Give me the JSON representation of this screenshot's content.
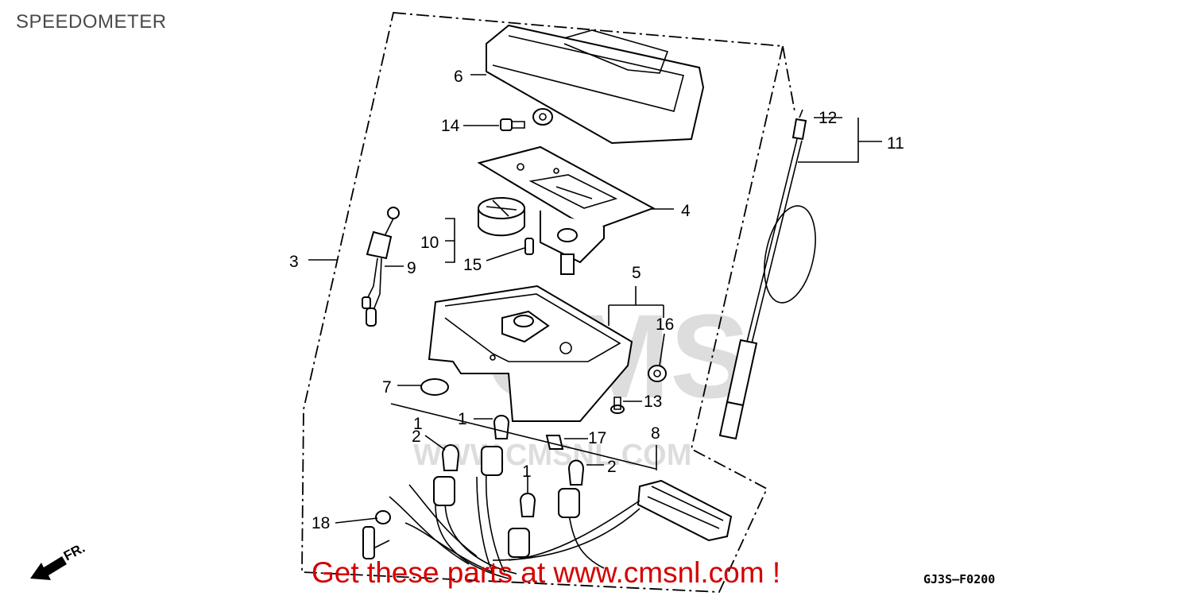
{
  "title": "SPEEDOMETER",
  "callouts": [
    "1",
    "1",
    "1",
    "2",
    "2",
    "3",
    "4",
    "5",
    "6",
    "7",
    "8",
    "9",
    "10",
    "11",
    "12",
    "13",
    "14",
    "15",
    "16",
    "17",
    "18"
  ],
  "direction_label": "FR.",
  "promo_text": "Get these parts at www.cmsnl.com !",
  "diagram_code": "GJ3S–F0200",
  "watermark": "CMS",
  "watermark_url": "WWW.CMSNL.COM",
  "colors": {
    "promo": "#d40000",
    "line": "#000000",
    "title": "#4a4a4a"
  }
}
